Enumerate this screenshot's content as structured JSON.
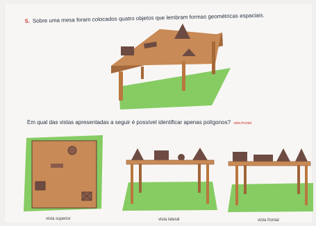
{
  "question": {
    "number": "5.",
    "text": "Sobre uma mesa foram colocados quatro objetos que lembram formas geométricas espaciais.",
    "prompt": "Em qual das vistas apresentadas a seguir é possível identificar apenas polígonos?",
    "note": "vista frontal"
  },
  "views": {
    "top": "vista superior",
    "side": "vista lateral",
    "front": "vista frontal"
  },
  "colors": {
    "wood": "#c88a56",
    "dark": "#5b3f34",
    "green": "#86cc63"
  }
}
